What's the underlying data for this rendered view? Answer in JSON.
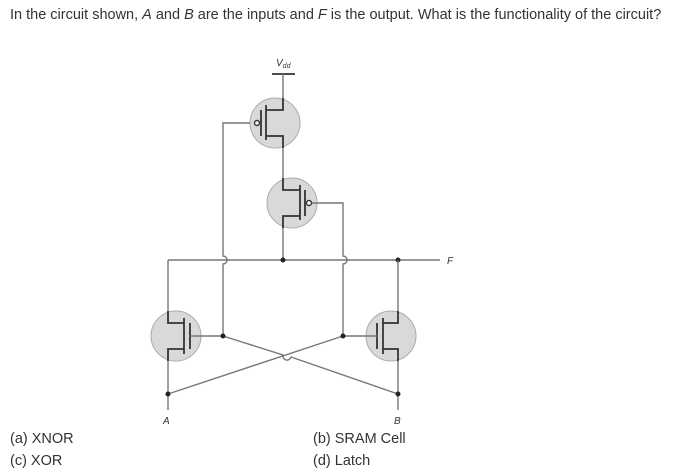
{
  "question": {
    "p1": "In the circuit shown, ",
    "a": "A",
    "p2": " and ",
    "b": "B",
    "p3": " are the inputs and ",
    "f": "F",
    "p4": " is the output. What is the functionality of the circuit?"
  },
  "labels": {
    "vdd": "V",
    "vdd_sub": "dd",
    "f": "F",
    "a": "A",
    "b": "B"
  },
  "options": [
    {
      "label": "(a) XNOR"
    },
    {
      "label": "(b) SRAM Cell"
    },
    {
      "label": "(c) XOR"
    },
    {
      "label": "(d) Latch"
    }
  ]
}
